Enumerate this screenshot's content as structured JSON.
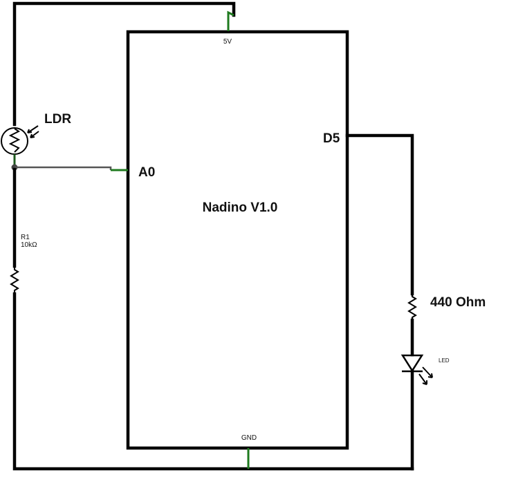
{
  "board": {
    "title": "Nadino V1.0",
    "pins": {
      "vcc": "5V",
      "gnd": "GND",
      "analog": "A0",
      "digital": "D5"
    }
  },
  "components": {
    "ldr": {
      "label": "LDR"
    },
    "r1": {
      "name": "R1",
      "value": "10kΩ"
    },
    "r2": {
      "value": "440 Ohm"
    },
    "led": {
      "label": "LED"
    }
  },
  "colors": {
    "wire": "#000000",
    "pin_lead": "#1f7a1f",
    "signal_wire": "#555555"
  }
}
